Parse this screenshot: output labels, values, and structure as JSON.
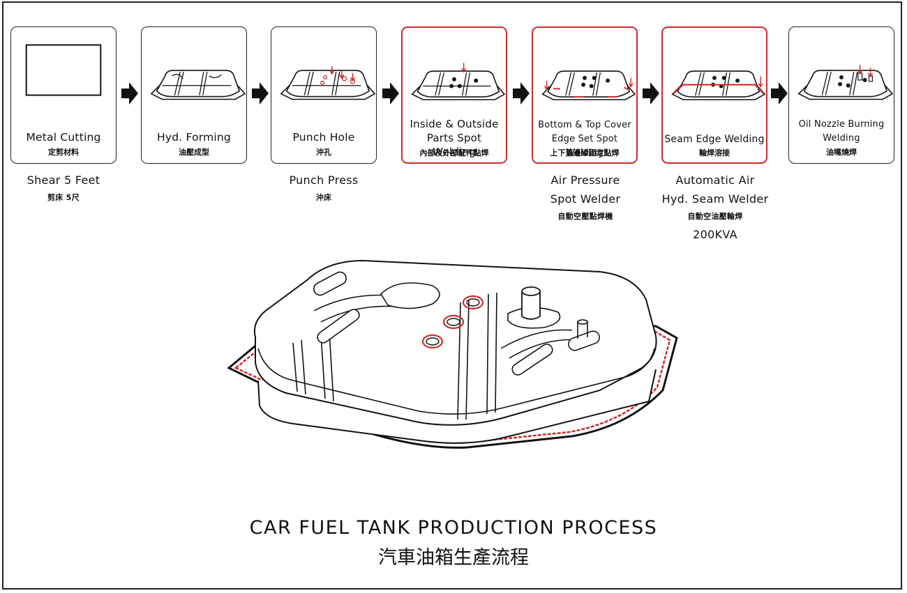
{
  "steps": [
    {
      "label": "Metal Cutting",
      "zh": "定剪材料",
      "icon": "metal-sheet-icon"
    },
    {
      "label": "Hyd. Forming",
      "zh": "油壓成型",
      "icon": "formed-tank-half-icon"
    },
    {
      "label": "Punch Hole",
      "zh": "沖孔",
      "icon": "punched-tank-icon"
    },
    {
      "label_l1": "Inside & Outside",
      "label_l2": "Parts Spot Welding",
      "zh": "內部及外部配件點焊",
      "icon": "spot-weld-tank-icon"
    },
    {
      "label_l1": "Bottom & Top Cover",
      "label_l2": "Edge Set Spot Welding",
      "zh": "上下蓋邊緣固定點焊",
      "icon": "edge-weld-tank-icon"
    },
    {
      "label": "Seam Edge Welding",
      "zh": "輪焊溶接",
      "icon": "seam-weld-tank-icon"
    },
    {
      "label_l1": "Oil Nozzle Burning",
      "label_l2": "Welding",
      "zh": "油嘴燒焊",
      "icon": "nozzle-weld-tank-icon"
    }
  ],
  "machines": {
    "shear": {
      "l1": "Shear 5 Feet",
      "zh": "剪床 5尺"
    },
    "punch": {
      "l1": "Punch Press",
      "zh": "沖床"
    },
    "spot": {
      "l1": "Air Pressure",
      "l2": "Spot Welder",
      "zh": "自動空壓點焊機"
    },
    "seam": {
      "l1": "Automatic Air",
      "l2": "Hyd. Seam Welder",
      "zh": "自動空油壓輪焊",
      "l3": "200KVA"
    }
  },
  "title": "CAR FUEL TANK PRODUCTION PROCESS",
  "title_zh": "汽車油箱生產流程",
  "colors": {
    "highlight": "#d22a2a",
    "line": "#111111"
  },
  "highlighted_steps": [
    4,
    5,
    6
  ]
}
